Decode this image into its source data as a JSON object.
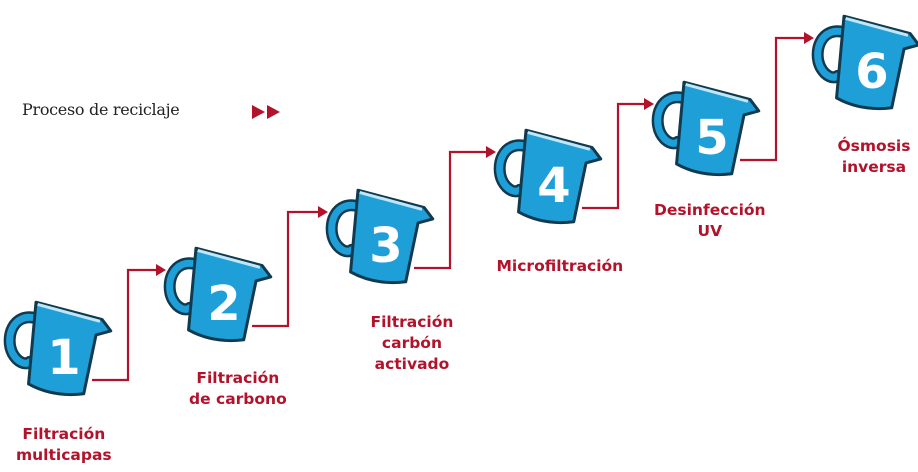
{
  "title": "Proceso de reciclaje",
  "accent_color": "#b3122b",
  "pitcher_color": "#1e9fd8",
  "arrow_icon": "double-triangle-right-icon",
  "steps": [
    {
      "number": "1",
      "label": "Filtración\nmulticapas"
    },
    {
      "number": "2",
      "label": "Filtración\nde carbono"
    },
    {
      "number": "3",
      "label": "Filtración\ncarbón\nactivado"
    },
    {
      "number": "4",
      "label": "Microfiltración"
    },
    {
      "number": "5",
      "label": "Desinfección\nUV"
    },
    {
      "number": "6",
      "label": "Ósmosis\ninversa"
    }
  ]
}
